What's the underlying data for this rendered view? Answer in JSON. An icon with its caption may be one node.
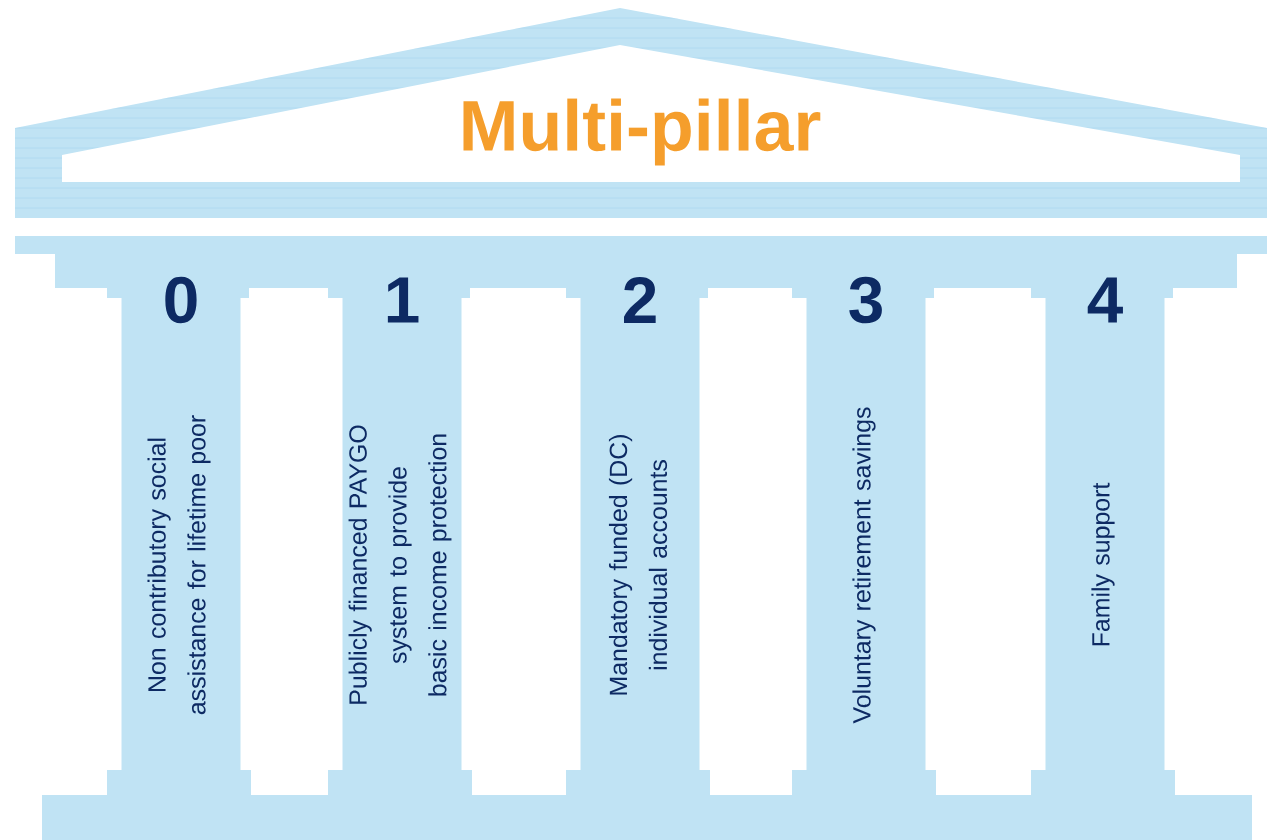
{
  "diagram": {
    "title": "Multi-pillar",
    "nodes": [
      {
        "text": [
          "0",
          "Non contributory social assistance for lifetime poor"
        ]
      },
      {
        "text": [
          "1",
          "Publicly financed PAYGO system to provide basic income protection"
        ]
      },
      {
        "text": [
          "2",
          "Mandatory funded (DC) individual accounts"
        ]
      },
      {
        "text": [
          "3",
          "Voluntary retirement savings"
        ]
      },
      {
        "text": [
          "4",
          "Family support"
        ]
      }
    ]
  }
}
